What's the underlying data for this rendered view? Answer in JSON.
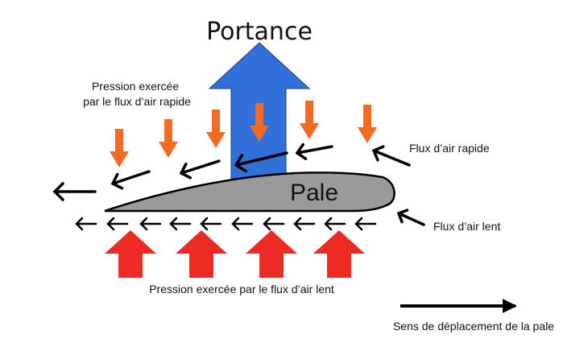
{
  "labels": {
    "lift": "Portance",
    "blade": "Pale",
    "pressure_fast": [
      "Pression exercée",
      "par le flux d’air rapide"
    ],
    "fast_flow": "Flux d’air rapide",
    "slow_flow": "Flux d’air lent",
    "pressure_slow": "Pression exercée par le flux d’air lent",
    "direction": "Sens de déplacement de la pale"
  },
  "colors": {
    "lift": "#3070d8",
    "fast_pressure": "#f26a24",
    "slow_pressure": "#ee2a24",
    "blade": "#9a9a9a",
    "arrow": "#000000"
  },
  "icons": {
    "lift": "up-arrow-icon",
    "fast_pressure": "down-arrow-icon",
    "slow_pressure": "up-arrow-icon",
    "flow": "left-arrow-icon",
    "direction": "right-arrow-icon"
  }
}
